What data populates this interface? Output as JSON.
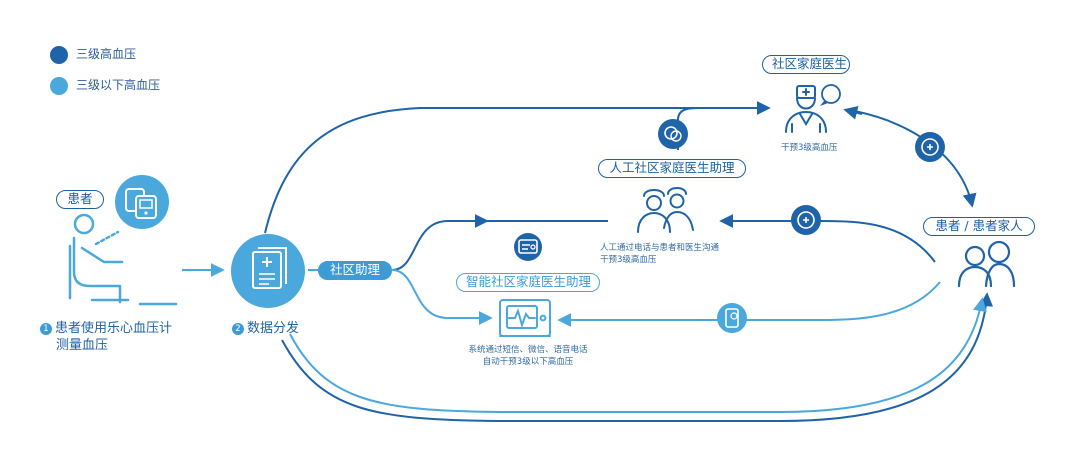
{
  "legend": {
    "items": [
      {
        "label": "三级高血压",
        "color": "#1f63a8"
      },
      {
        "label": "三级以下高血压",
        "color": "#4ba8dc"
      }
    ]
  },
  "patient": {
    "tag": "患者",
    "step_number": "1",
    "step_line1": "患者使用乐心血压计",
    "step_line2": "测量血压"
  },
  "data_hub": {
    "step_number": "2",
    "step_label": "数据分发"
  },
  "community_assistant": {
    "label": "社区助理"
  },
  "family_doctor": {
    "title": "社区家庭医生",
    "note": "干预3级高血压"
  },
  "human_assistant": {
    "title": "人工社区家庭医生助理",
    "note_line1": "人工通过电话与患者和医生沟通",
    "note_line2": "干预3级高血压"
  },
  "smart_assistant": {
    "title": "智能社区家庭医生助理",
    "note_line1": "系统通过短信、微信、语音电话",
    "note_line2": "自动干预3级以下高血压"
  },
  "patient_family": {
    "title": "患者 / 患者家人"
  },
  "colors": {
    "dark_blue": "#1f63a8",
    "light_blue": "#4ba8dc",
    "text_blue": "#2b5d93"
  },
  "icons": [
    "blood-pressure-monitor-icon",
    "patient-seated-icon",
    "document-icon",
    "doctor-icon",
    "speech-bubble-icon",
    "two-doctors-icon",
    "family-icon",
    "monitor-screen-icon",
    "phone-icon",
    "mobile-phone-icon",
    "card-icon",
    "chat-bubble-icon"
  ]
}
